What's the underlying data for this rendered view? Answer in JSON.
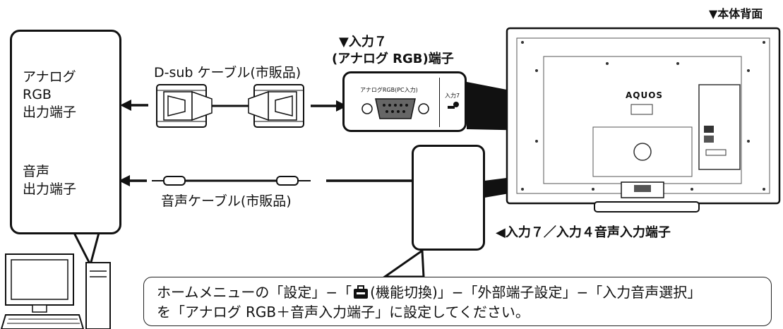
{
  "header": {
    "rear_label": "▼本体背面"
  },
  "pc_panel": {
    "rgb_out_label": [
      "アナログ",
      "RGB",
      "出力端子"
    ],
    "audio_out_label": [
      "音声",
      "出力端子"
    ]
  },
  "cables": {
    "dsub_label": "D-sub ケーブル(市販品)",
    "audio_label": "音声ケーブル(市販品)"
  },
  "tv_input": {
    "input7_title": [
      "▼入力７",
      "(アナログ RGB)端子"
    ],
    "jack_label": "アナログRGB(PC入力)",
    "jack_input_label": "入力7",
    "audio_input_caption": "◀入力７／入力４音声入力端子"
  },
  "tv": {
    "brand": "AQUOS"
  },
  "note": {
    "line1": "ホームメニューの「設定」−「 (機能切換)」−「外部端子設定」−「入力音声選択」",
    "line1_before_icon": "ホームメニューの「設定」−「",
    "line1_after_icon": "(機能切換)」−「外部端子設定」−「入力音声選択」",
    "line2": "を「アナログ RGB＋音声入力端子」に設定してください。"
  },
  "icons": [
    "computer-monitor-icon",
    "computer-tower-icon",
    "keyboard-icon",
    "function-switch-icon",
    "vga-port-icon",
    "audio-jack-icon",
    "dsub-connector-icon",
    "stereo-plug-icon",
    "arrow-icon"
  ]
}
